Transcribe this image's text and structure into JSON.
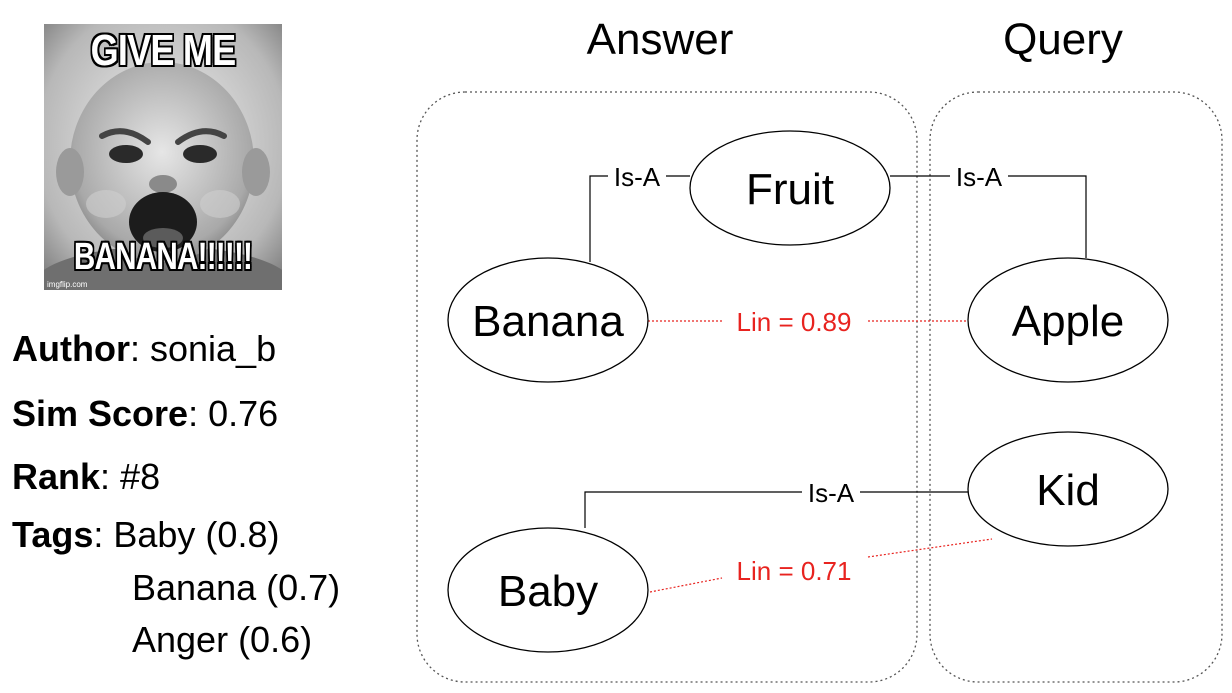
{
  "meme": {
    "top_text": "GIVE ME",
    "bottom_text": "BANANA!!!!!!",
    "watermark": "imgflip.com"
  },
  "meta": {
    "author_label": "Author",
    "author_value": "sonia_b",
    "sim_label": "Sim Score",
    "sim_value": "0.76",
    "rank_label": "Rank",
    "rank_value": "#8",
    "tags_label": "Tags",
    "tags": [
      "Baby (0.8)",
      "Banana (0.7)",
      "Anger (0.6)"
    ]
  },
  "diagram": {
    "groups": {
      "answer": "Answer",
      "query": "Query"
    },
    "nodes": {
      "fruit": "Fruit",
      "banana": "Banana",
      "apple": "Apple",
      "kid": "Kid",
      "baby": "Baby"
    },
    "edges": {
      "banana_fruit": "Is-A",
      "fruit_apple": "Is-A",
      "baby_kid": "Is-A"
    },
    "similarities": {
      "banana_apple": "Lin = 0.89",
      "baby_kid": "Lin = 0.71"
    }
  },
  "colors": {
    "similarity": "#e8231f",
    "line": "#000000",
    "group_border": "#555555"
  }
}
